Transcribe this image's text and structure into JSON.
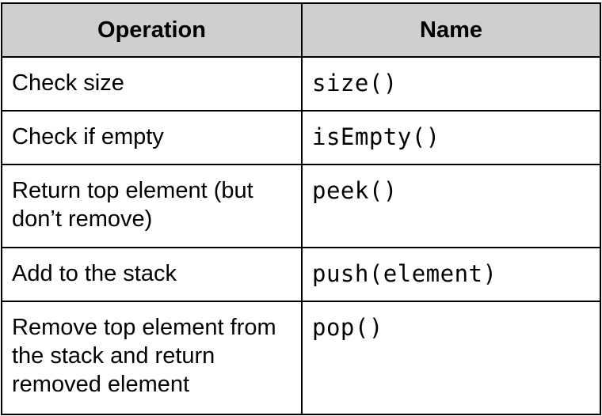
{
  "table": {
    "headers": {
      "operation": "Operation",
      "name": "Name"
    },
    "rows": [
      {
        "operation": "Check size",
        "name": "size()"
      },
      {
        "operation": "Check if empty",
        "name": "isEmpty()"
      },
      {
        "operation": "Return top element (but don’t remove)",
        "name": "peek()"
      },
      {
        "operation": "Add to the stack",
        "name": "push(element)"
      },
      {
        "operation": "Remove top element from the stack and return removed element",
        "name": "pop()"
      }
    ]
  },
  "colors": {
    "header_background": "#cfcfcf",
    "border": "#000000",
    "text": "#000000"
  }
}
